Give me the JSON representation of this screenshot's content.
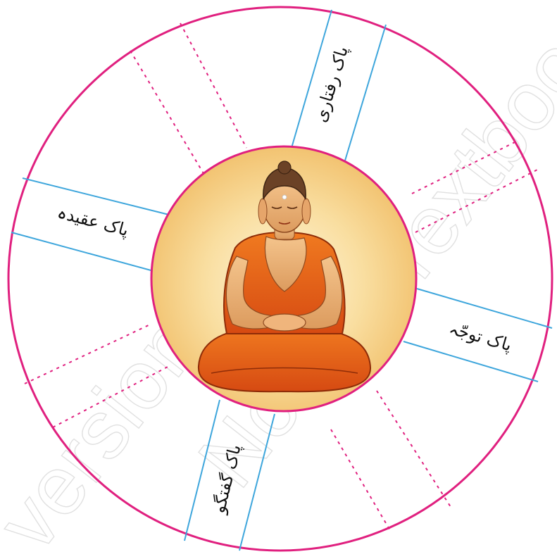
{
  "labels": {
    "top": "پاک رفتاری",
    "left": "پاک عقیدہ",
    "right": "پاک توجّہ",
    "bottom": "پاک گفتگو"
  },
  "watermark": {
    "upper": "Textboo",
    "lower": "version o",
    "lower2": "Not fo"
  },
  "colors": {
    "outer_ring": "#e0207f",
    "band_lines": "#3ea6dc",
    "dotted_lines": "#e0207f",
    "center_glow": "#f5c97a"
  },
  "center_image": "meditating-buddha-illustration"
}
